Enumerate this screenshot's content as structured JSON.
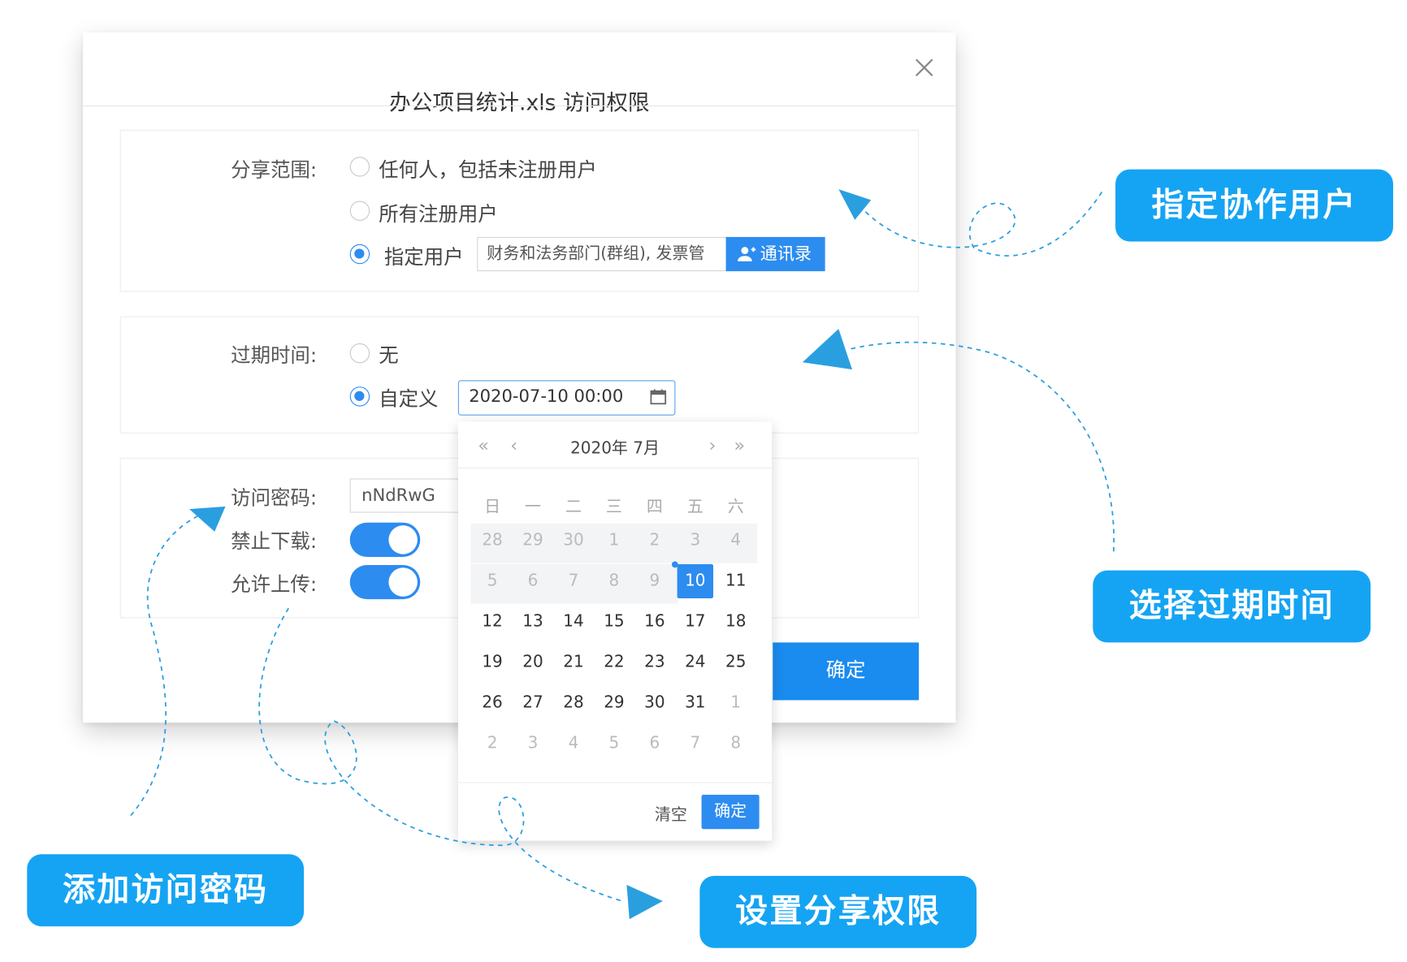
{
  "dialog": {
    "title": "办公项目统计.xls 访问权限",
    "close_icon": "close-icon"
  },
  "share_scope": {
    "label": "分享范围:",
    "options": [
      "任何人，包括未注册用户",
      "所有注册用户",
      "指定用户"
    ],
    "selected": "指定用户",
    "users_value": "财务和法务部门(群组), 发票管",
    "contacts_button": "通讯录",
    "contacts_icon": "add-user-icon"
  },
  "expiry": {
    "label": "过期时间:",
    "options": [
      "无",
      "自定义"
    ],
    "selected": "自定义",
    "date_value": "2020-07-10 00:00",
    "calendar_icon": "calendar-icon"
  },
  "access": {
    "password_label": "访问密码:",
    "password_value": "nNdRwG",
    "no_download_label": "禁止下载:",
    "no_download_on": true,
    "allow_upload_label": "允许上传:",
    "allow_upload_on": true
  },
  "confirm_button": "确定",
  "date_picker": {
    "title": "2020年 7月",
    "prev_year": "«",
    "prev_month": "‹",
    "next_month": "›",
    "next_year": "»",
    "weekdays": [
      "日",
      "一",
      "二",
      "三",
      "四",
      "五",
      "六"
    ],
    "weeks": [
      [
        "28",
        "29",
        "30",
        "1",
        "2",
        "3",
        "4"
      ],
      [
        "5",
        "6",
        "7",
        "8",
        "9",
        "10",
        "11"
      ],
      [
        "12",
        "13",
        "14",
        "15",
        "16",
        "17",
        "18"
      ],
      [
        "19",
        "20",
        "21",
        "22",
        "23",
        "24",
        "25"
      ],
      [
        "26",
        "27",
        "28",
        "29",
        "30",
        "31",
        "1"
      ],
      [
        "2",
        "3",
        "4",
        "5",
        "6",
        "7",
        "8"
      ]
    ],
    "selected_day": "10",
    "today_day": "9",
    "clear": "清空",
    "ok": "确定"
  },
  "callouts": {
    "collab": "指定协作用户",
    "expiry": "选择过期时间",
    "password": "添加访问密码",
    "share": "设置分享权限"
  },
  "colors": {
    "primary": "#2d8cf0",
    "callout": "#15a4f3",
    "arrow": "#2a9fe0"
  }
}
